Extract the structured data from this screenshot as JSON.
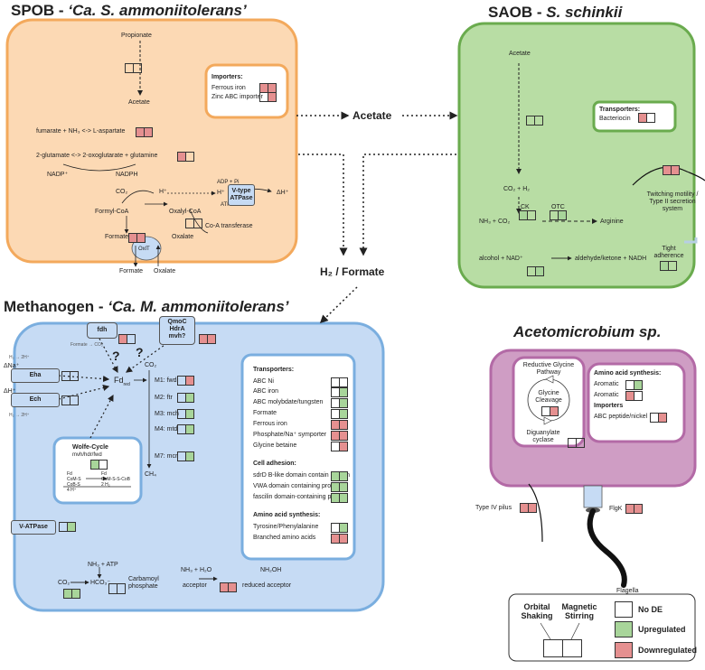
{
  "colors": {
    "none": "#ffffff",
    "up": "#a8d59a",
    "down": "#e59090",
    "spob_fill": "#fcd9b4",
    "spob_border": "#f3a95c",
    "saob_fill": "#b8dda4",
    "saob_border": "#6aab4e",
    "meth_fill": "#c6dbf4",
    "meth_border": "#7aaedf",
    "aceto_fill": "#cf9dc4",
    "aceto_border": "#b36aa6"
  },
  "titles": {
    "spob_prefix": "SPOB -",
    "spob_name": "‘Ca. S. ammoniitolerans’",
    "saob_prefix": "SAOB -",
    "saob_name": "S. schinkii",
    "meth_prefix": "Methanogen -",
    "meth_name": "‘Ca. M. ammoniitolerans’",
    "aceto": "Acetomicrobium sp."
  },
  "spob": {
    "propionate": "Propionate",
    "acetate": "Acetate",
    "fumarate": "fumarate + NH₃ <-> L-aspartate",
    "glutamate": "2-glutamate <-> 2-oxoglutarate + glutamine",
    "nadp": "NADP⁺",
    "nadph": "NADPH",
    "co2": "CO₂",
    "hplus_in": "H⁺",
    "hplus_mid": "H⁺",
    "adp": "ADP + Pi",
    "atp": "ATP",
    "vtype": "V-type ATPase",
    "delta_h": "ΔH⁺",
    "formyl": "Formyl-CoA",
    "oxalyl": "Oxalyl-CoA",
    "coa_transferase": "Co-A transferase",
    "formate_in": "Formate",
    "oxalate_in": "Oxalate",
    "oxlt": "OxlT",
    "formate_out": "Formate",
    "oxalate_out": "Oxalate",
    "importers_head": "Importers:",
    "importers": [
      "Ferrous iron",
      "Zinc ABC importer"
    ]
  },
  "mid": {
    "acetate": "Acetate",
    "h2_formate": "H₂ / Formate"
  },
  "saob": {
    "acetate": "Acetate",
    "co2_h2": "CO₂ + H₂",
    "ck": "CK",
    "otc": "OTC",
    "nh3_co2": "NH₃ + CO₂",
    "arginine": "Arginine",
    "alcohol": "alcohol + NAD⁺",
    "aldehyde": "aldehyde/ketone + NADH",
    "transporters_head": "Transporters:",
    "bacteriocin": "Bacteriocin",
    "twitching": "Twitching motility / Type II secretion system",
    "tight": "Tight adherence"
  },
  "meth": {
    "fdh": "fdh",
    "qmoc": "QmoC",
    "hdra": "HdrA",
    "mvh": "mvh?",
    "q1": "?",
    "q2": "?",
    "formate_co2": "Formate → CO₂",
    "h2_a": "H₂ → 2H⁺",
    "dna": "ΔNa⁺",
    "eha": "Eha",
    "dh": "ΔH⁺",
    "ech": "Ech",
    "h2_b": "H₂ → 2H⁺",
    "fd": "Fd",
    "fd_sub": "red",
    "co2": "CO₂",
    "steps": [
      "M1: fwd",
      "M2: ftr",
      "M3: mch",
      "M4: mtd",
      "M7: mcr"
    ],
    "ch4": "CH₄",
    "wolfe_head": "Wolfe-Cycle",
    "wolfe_sub": "mvh/hdr/fwd",
    "wolfe_left": "Fd\nCoM-S\nCoB-S\n4 H⁺",
    "wolfe_right": "Fd\nCoM-S-S-CoB\n2 H₂",
    "vatpase": "V-ATPase",
    "nh3_atp": "NH₃ + ATP",
    "co2_b": "CO₂",
    "hco3": "HCO₃⁻",
    "carbamoyl": "Carbamoyl phosphate",
    "nh3_h2o": "NH₃ + H₂O",
    "acceptor": "acceptor",
    "nh2oh": "NH₂OH",
    "reduced": "reduced acceptor",
    "transporters_head": "Transporters:",
    "transporters": [
      "ABC Ni",
      "ABC iron",
      "ABC molybdate/tungsten",
      "Formate",
      "Ferrous iron",
      "Phosphate/Na⁺ symporter",
      "Glycine betaine"
    ],
    "adhesion_head": "Cell adhesion:",
    "adhesion": [
      "sdrD B-like domain contain protein",
      "VWA domain containing protein",
      "fascilin domain-containing protein"
    ],
    "amino_head": "Amino acid synthesis:",
    "amino": [
      "Tyrosine/Phenylalanine",
      "Branched amino acids"
    ]
  },
  "aceto": {
    "rgp": "Reductive Glycine Pathway",
    "glycine": "Glycine Cleavage",
    "digu": "Diguanylate cyclase",
    "amino_head": "Amino acid synthesis:",
    "aromatic1": "Aromatic",
    "aromatic2": "Aromatic",
    "importers_head": "Importers",
    "abc": "ABC peptide/nickel",
    "pilus": "Type IV pilus",
    "flgk": "FlgK",
    "flagella": "Flagella"
  },
  "legend": {
    "orbital": "Orbital Shaking",
    "magnetic": "Magnetic Stirring",
    "no_de": "No DE",
    "up": "Upregulated",
    "down": "Downregulated"
  }
}
